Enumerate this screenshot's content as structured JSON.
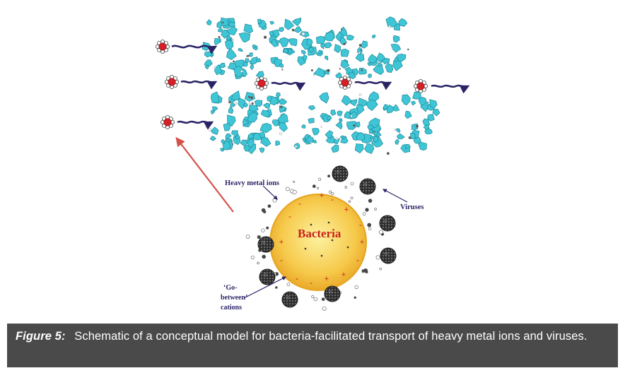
{
  "diagram": {
    "labels": {
      "heavy_metal_ions": "Heavy metal ions",
      "viruses": "Viruses",
      "bacteria": "Bacteria",
      "go_between_line1": "‘Go-",
      "go_between_line2": "between’",
      "go_between_line3": "cations"
    },
    "colors": {
      "sediment": "#3fc6d6",
      "sediment_stroke": "#1e8797",
      "arrow_navy": "#2a2466",
      "arrow_red": "#d4524a",
      "bacteria_fill": "#f6c94a",
      "bacteria_edge": "#e6a520",
      "virus": "#3a3a3a",
      "ion_red": "#d61f26",
      "label_navy": "#2b2566",
      "label_red": "#c8241c"
    },
    "icons": [
      "colloid-ion-icon",
      "virus-icon",
      "flow-arrow-icon"
    ]
  },
  "caption": {
    "label": "Figure 5:",
    "text": "Schematic of a conceptual model for bacteria-facilitated transport of heavy metal ions and viruses."
  }
}
